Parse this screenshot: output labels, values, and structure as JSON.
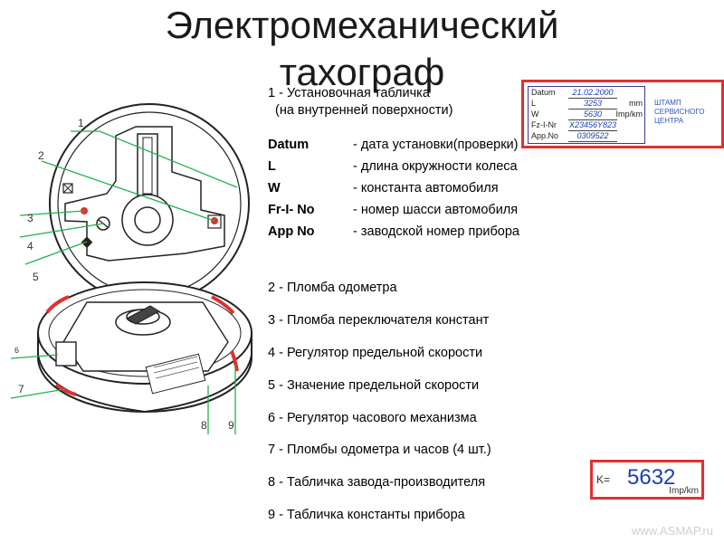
{
  "title": {
    "line1": "Электромеханический",
    "line2": "тахограф"
  },
  "legend": {
    "item1": "1 - Установочная табличка",
    "item1_sub": "(на внутренней поверхности)",
    "definitions": [
      {
        "key": "Datum",
        "value": "- дата установки(проверки)"
      },
      {
        "key": "L",
        "value": "- длина окружности колеса"
      },
      {
        "key": "W",
        "value": "- константа автомобиля"
      },
      {
        "key": "Fr-I- No",
        "value": "- номер шасси автомобиля"
      },
      {
        "key": "App No",
        "value": "- заводской номер прибора"
      }
    ],
    "items": [
      "2 - Пломба одометра",
      "3 - Пломба переключателя констант",
      "4 - Регулятор предельной скорости",
      "5 - Значение предельной скорости",
      "6 - Регулятор часового механизма",
      "7 - Пломбы одометра и часов (4 шт.)",
      "8 - Табличка завода-производителя",
      "9 - Табличка константы прибора"
    ]
  },
  "plate": {
    "rows": [
      {
        "label": "Datum",
        "value": "21.02.2000",
        "unit": ""
      },
      {
        "label": "L",
        "value": "3253",
        "unit": "mm"
      },
      {
        "label": "W",
        "value": "5630",
        "unit": "Imp/km"
      },
      {
        "label": "Fz-I-Nr",
        "value": "X23456Y823",
        "unit": ""
      },
      {
        "label": "App.No",
        "value": "0309522",
        "unit": ""
      }
    ],
    "stamp_lines": [
      "ШТАМП",
      "СЕРВИСНОГО",
      "ЦЕНТРА"
    ]
  },
  "constant_plate": {
    "label": "K=",
    "value": "5632",
    "unit": "Imp/km"
  },
  "callouts": {
    "n1": "1",
    "n2": "2",
    "n3": "3",
    "n4": "4",
    "n5": "5",
    "n6": "6",
    "n7": "7",
    "n8": "8",
    "n9": "9"
  },
  "watermark": "www.ASMAP.ru",
  "colors": {
    "callout_line": "#22b14c",
    "seal": "#e03030",
    "plate_border": "#e03030",
    "value_blue": "#1a3fb0"
  }
}
